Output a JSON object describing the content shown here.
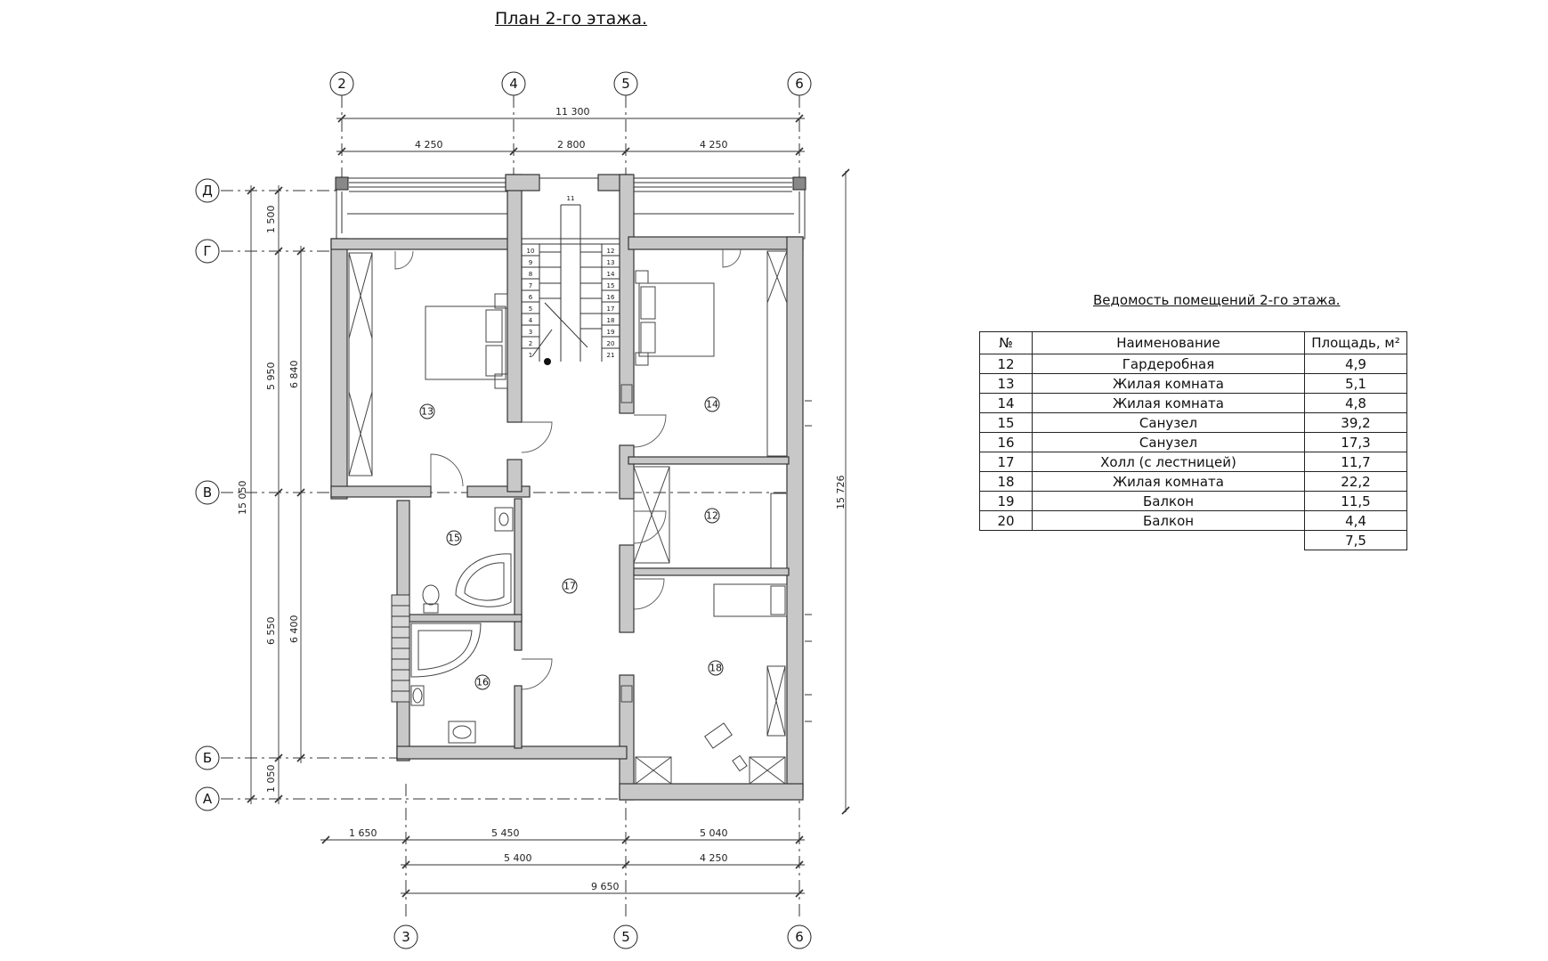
{
  "title": "План 2-го этажа.",
  "axes": {
    "top": [
      "2",
      "4",
      "5",
      "6"
    ],
    "bottom": [
      "3",
      "5",
      "6"
    ],
    "left": [
      "Д",
      "Г",
      "В",
      "Б",
      "А"
    ]
  },
  "dimensions": {
    "top_overall": "11 300",
    "top_parts": [
      "4 250",
      "2 800",
      "4 250"
    ],
    "left_chain_outer": [
      "1 500",
      "5 950",
      "6 550",
      "1 050"
    ],
    "left_chain_inner": [
      "6 840",
      "6 400"
    ],
    "left_overall": "15 050",
    "right_overall": "15 726",
    "bottom_row1": [
      "1 650",
      "5 450",
      "5 040"
    ],
    "bottom_row2": [
      "5 400",
      "4 250"
    ],
    "bottom_overall": "9 650"
  },
  "room_labels": [
    "13",
    "14",
    "15",
    "17",
    "12",
    "16",
    "18"
  ],
  "stair_steps_left": [
    "10",
    "9",
    "8",
    "7",
    "6",
    "5",
    "4",
    "3",
    "2",
    "1"
  ],
  "stair_steps_right": [
    "12",
    "13",
    "14",
    "15",
    "16",
    "17",
    "18",
    "19",
    "20",
    "21"
  ],
  "stair_mark": "11",
  "table": {
    "title": "Ведомость помещений 2-го этажа.",
    "headers": {
      "num": "№",
      "name": "Наименование",
      "area": "Площадь, м²"
    },
    "rows": [
      {
        "num": "12",
        "name": "Гардеробная",
        "area": "4,9"
      },
      {
        "num": "13",
        "name": "Жилая комната",
        "area": "5,1"
      },
      {
        "num": "14",
        "name": "Жилая комната",
        "area": "4,8"
      },
      {
        "num": "15",
        "name": "Санузел",
        "area": "39,2"
      },
      {
        "num": "16",
        "name": "Санузел",
        "area": "17,3"
      },
      {
        "num": "17",
        "name": "Холл (с лестницей)",
        "area": "11,7"
      },
      {
        "num": "18",
        "name": "Жилая комната",
        "area": "22,2"
      },
      {
        "num": "19",
        "name": "Балкон",
        "area": "11,5"
      },
      {
        "num": "20",
        "name": "Балкон",
        "area": "4,4"
      }
    ],
    "extra_area": "7,5"
  }
}
